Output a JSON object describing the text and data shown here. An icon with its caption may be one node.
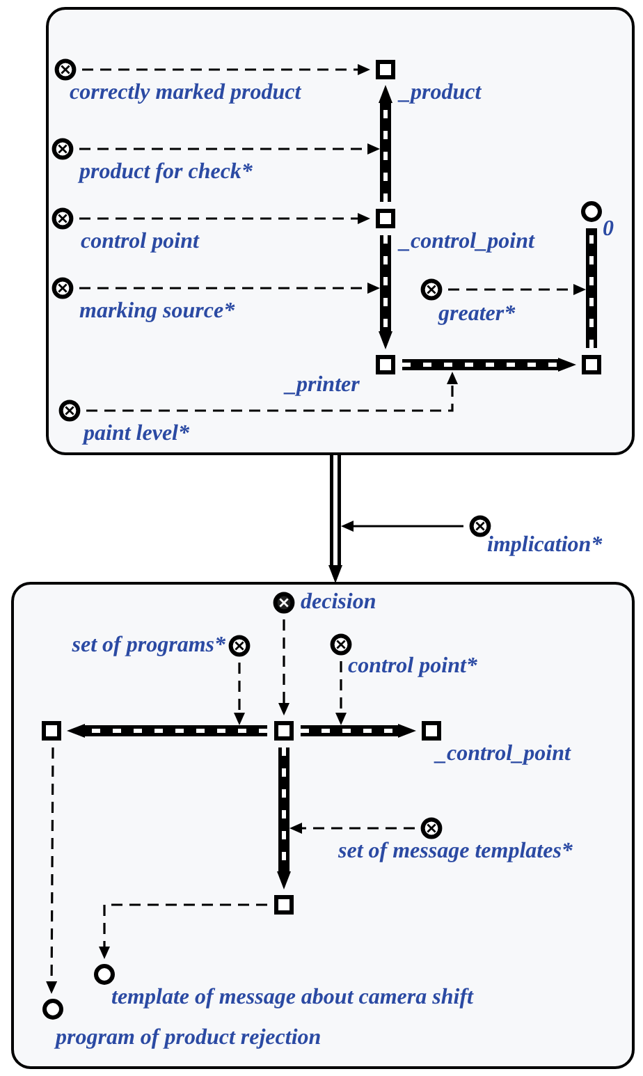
{
  "diagram": {
    "nodes": [
      {
        "text": [],
        "shape": "box"
      },
      {
        "text": [
          "correctly marked product"
        ],
        "in": 0
      },
      {
        "text": [
          "_product"
        ],
        "in": 0
      },
      {
        "text": [
          "product for check*"
        ],
        "in": 0
      },
      {
        "text": [
          "control point"
        ],
        "in": 0
      },
      {
        "text": [
          "_control_point"
        ],
        "in": 0
      },
      {
        "text": [
          "0"
        ],
        "in": 0
      },
      {
        "text": [
          "marking source*"
        ],
        "in": 0
      },
      {
        "text": [
          "greater*"
        ],
        "in": 0
      },
      {
        "text": [
          "_printer"
        ],
        "in": 0
      },
      {
        "text": [],
        "shape": "box",
        "in": 0
      },
      {
        "text": [
          "paint level*"
        ],
        "in": 0
      },
      {
        "text": [
          "implication*"
        ]
      },
      {
        "text": [],
        "shape": "box"
      },
      {
        "text": [
          "decision"
        ],
        "in": 13
      },
      {
        "text": [
          "set of programs*"
        ],
        "in": 13
      },
      {
        "text": [
          "control point*"
        ],
        "in": 13
      },
      {
        "text": [],
        "shape": "box",
        "in": 13
      },
      {
        "text": [],
        "shape": "box",
        "in": 13
      },
      {
        "text": [
          "_control_point"
        ],
        "in": 13
      },
      {
        "text": [
          "set of message templates*"
        ],
        "in": 13
      },
      {
        "text": [],
        "shape": "box",
        "in": 13
      },
      {
        "text": [
          "template of message about camera shift"
        ],
        "in": 13
      },
      {
        "text": [
          "program of product rejection"
        ],
        "in": 13
      }
    ],
    "edges": [
      {
        "from": 1,
        "to": 2,
        "arrow": "to",
        "style": "dashed"
      },
      {
        "from": 5,
        "to": 2,
        "arrow": "to",
        "style": "thick"
      },
      {
        "from": 3,
        "to": null,
        "arrow": "to",
        "style": "dashed"
      },
      {
        "from": 4,
        "to": 5,
        "arrow": "to",
        "style": "dashed"
      },
      {
        "from": 5,
        "to": 9,
        "arrow": "to",
        "style": "thick"
      },
      {
        "from": 7,
        "to": null,
        "arrow": "to",
        "style": "dashed"
      },
      {
        "from": 10,
        "to": 6,
        "arrow": "none",
        "style": "thick"
      },
      {
        "from": 8,
        "to": null,
        "arrow": "to",
        "style": "dashed"
      },
      {
        "from": 9,
        "to": 10,
        "arrow": "to",
        "style": "thick"
      },
      {
        "from": 11,
        "to": null,
        "arrow": "to",
        "style": "dashed"
      },
      {
        "from": 0,
        "to": 13,
        "arrow": "to",
        "style": "thick"
      },
      {
        "from": 12,
        "to": null,
        "arrow": "to"
      },
      {
        "from": 14,
        "to": 18,
        "arrow": "to",
        "style": "dashed"
      },
      {
        "from": 18,
        "to": 17,
        "arrow": "to",
        "style": "thick"
      },
      {
        "from": 15,
        "to": null,
        "arrow": "to",
        "style": "dashed"
      },
      {
        "from": 18,
        "to": 19,
        "arrow": "to",
        "style": "thick"
      },
      {
        "from": 16,
        "to": null,
        "arrow": "to",
        "style": "dashed"
      },
      {
        "from": 18,
        "to": 21,
        "arrow": "to",
        "style": "thick"
      },
      {
        "from": 20,
        "to": null,
        "arrow": "to",
        "style": "dashed"
      },
      {
        "from": 17,
        "to": 23,
        "arrow": "to",
        "style": "dashed"
      },
      {
        "from": 21,
        "to": 22,
        "arrow": "to",
        "style": "dashed"
      }
    ]
  }
}
